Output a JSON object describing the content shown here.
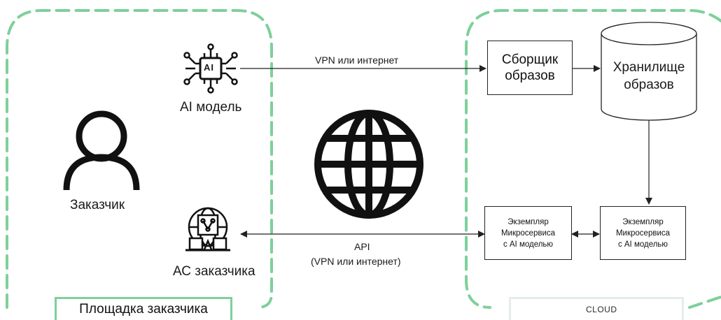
{
  "colors": {
    "zone_border": "#7ed09a",
    "line": "#222222",
    "icon": "#111111",
    "cloud_badge": "#3fae6a"
  },
  "customer_zone": {
    "label": "Площадка заказчика",
    "customer_label": "Заказчик",
    "ai_model_label": "AI модель",
    "ai_chip_text": "AI",
    "as_label": "АС заказчика"
  },
  "network": {
    "top_link_label": "VPN или интернет",
    "api_label_line1": "API",
    "api_label_line2": "(VPN или интернет)"
  },
  "cloud_zone": {
    "badge_text": "CLOUD",
    "collector_line1": "Сборщик",
    "collector_line2": "образов",
    "storage_line1": "Хранилище",
    "storage_line2": "образов",
    "instance1_line1": "Экземпляр",
    "instance1_line2": "Микросервиса",
    "instance1_line3": "с AI моделью",
    "instance2_line1": "Экземпляр",
    "instance2_line2": "Микросервиса",
    "instance2_line3": "с AI моделью"
  },
  "icons": [
    "user-icon",
    "ai-chip-icon",
    "globe-icon",
    "automation-system-icon",
    "cloud-badge-icon"
  ]
}
